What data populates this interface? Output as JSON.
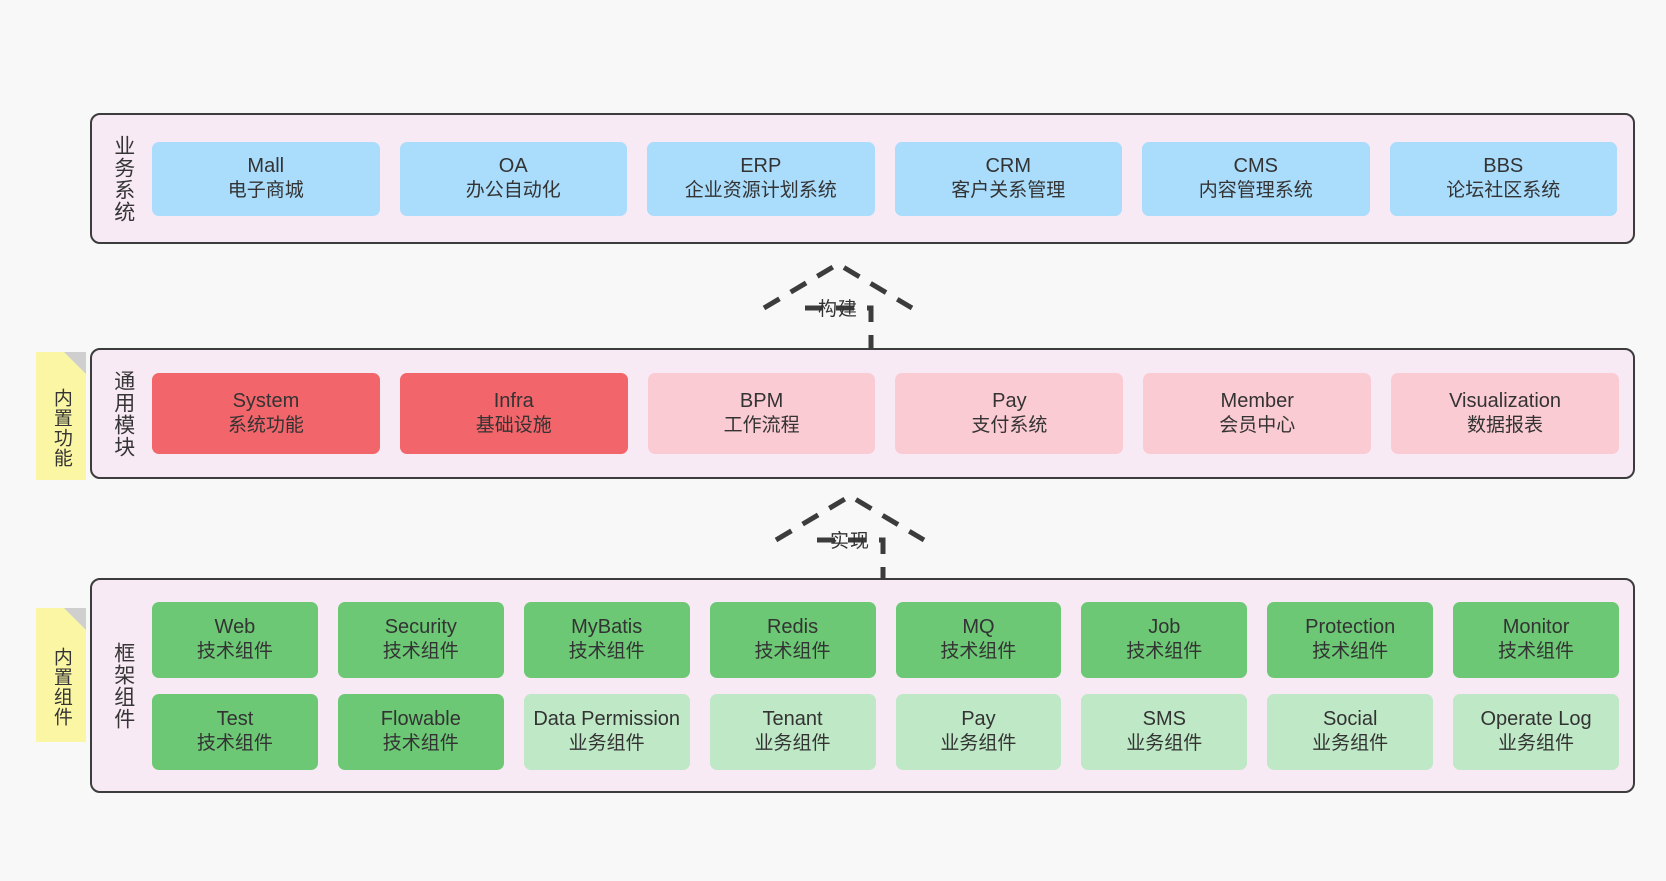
{
  "layers": [
    {
      "id": "business",
      "title": "业务系统",
      "rows": [
        {
          "cells": [
            {
              "en": "Mall",
              "cn": "电子商城",
              "color": "c-blue"
            },
            {
              "en": "OA",
              "cn": "办公自动化",
              "color": "c-blue"
            },
            {
              "en": "ERP",
              "cn": "企业资源计划系统",
              "color": "c-blue"
            },
            {
              "en": "CRM",
              "cn": "客户关系管理",
              "color": "c-blue"
            },
            {
              "en": "CMS",
              "cn": "内容管理系统",
              "color": "c-blue"
            },
            {
              "en": "BBS",
              "cn": "论坛社区系统",
              "color": "c-blue"
            }
          ]
        }
      ]
    },
    {
      "id": "common",
      "title": "通用模块",
      "sticky": "内置功能",
      "rows": [
        {
          "cells": [
            {
              "en": "System",
              "cn": "系统功能",
              "color": "c-red"
            },
            {
              "en": "Infra",
              "cn": "基础设施",
              "color": "c-red"
            },
            {
              "en": "BPM",
              "cn": "工作流程",
              "color": "c-pink"
            },
            {
              "en": "Pay",
              "cn": "支付系统",
              "color": "c-pink"
            },
            {
              "en": "Member",
              "cn": "会员中心",
              "color": "c-pink"
            },
            {
              "en": "Visualization",
              "cn": "数据报表",
              "color": "c-pink"
            }
          ]
        }
      ]
    },
    {
      "id": "framework",
      "title": "框架组件",
      "sticky": "内置组件",
      "rows": [
        {
          "cells": [
            {
              "en": "Web",
              "cn": "技术组件",
              "color": "c-green"
            },
            {
              "en": "Security",
              "cn": "技术组件",
              "color": "c-green"
            },
            {
              "en": "MyBatis",
              "cn": "技术组件",
              "color": "c-green"
            },
            {
              "en": "Redis",
              "cn": "技术组件",
              "color": "c-green"
            },
            {
              "en": "MQ",
              "cn": "技术组件",
              "color": "c-green"
            },
            {
              "en": "Job",
              "cn": "技术组件",
              "color": "c-green"
            },
            {
              "en": "Protection",
              "cn": "技术组件",
              "color": "c-green"
            },
            {
              "en": "Monitor",
              "cn": "技术组件",
              "color": "c-green"
            }
          ]
        },
        {
          "cells": [
            {
              "en": "Test",
              "cn": "技术组件",
              "color": "c-green"
            },
            {
              "en": "Flowable",
              "cn": "技术组件",
              "color": "c-green"
            },
            {
              "en": "Data Permission",
              "cn": "业务组件",
              "color": "c-lightgreen"
            },
            {
              "en": "Tenant",
              "cn": "业务组件",
              "color": "c-lightgreen"
            },
            {
              "en": "Pay",
              "cn": "业务组件",
              "color": "c-lightgreen"
            },
            {
              "en": "SMS",
              "cn": "业务组件",
              "color": "c-lightgreen"
            },
            {
              "en": "Social",
              "cn": "业务组件",
              "color": "c-lightgreen"
            },
            {
              "en": "Operate Log",
              "cn": "业务组件",
              "color": "c-lightgreen"
            }
          ]
        }
      ]
    }
  ],
  "connectors": [
    {
      "id": "build",
      "label": "构建"
    },
    {
      "id": "implement",
      "label": "实现"
    }
  ],
  "colors": {
    "background": "#f8f8f8",
    "panel_fill": "#f8eaf4",
    "panel_border": "#3c3c3c",
    "business_cell": "#aadcfc",
    "common_core_cell": "#f2656a",
    "common_cell": "#fbcbd3",
    "tech_component_cell": "#6cc874",
    "business_component_cell": "#bfe8c6",
    "sticky_note": "#fbf6a4",
    "text": "#333333"
  }
}
